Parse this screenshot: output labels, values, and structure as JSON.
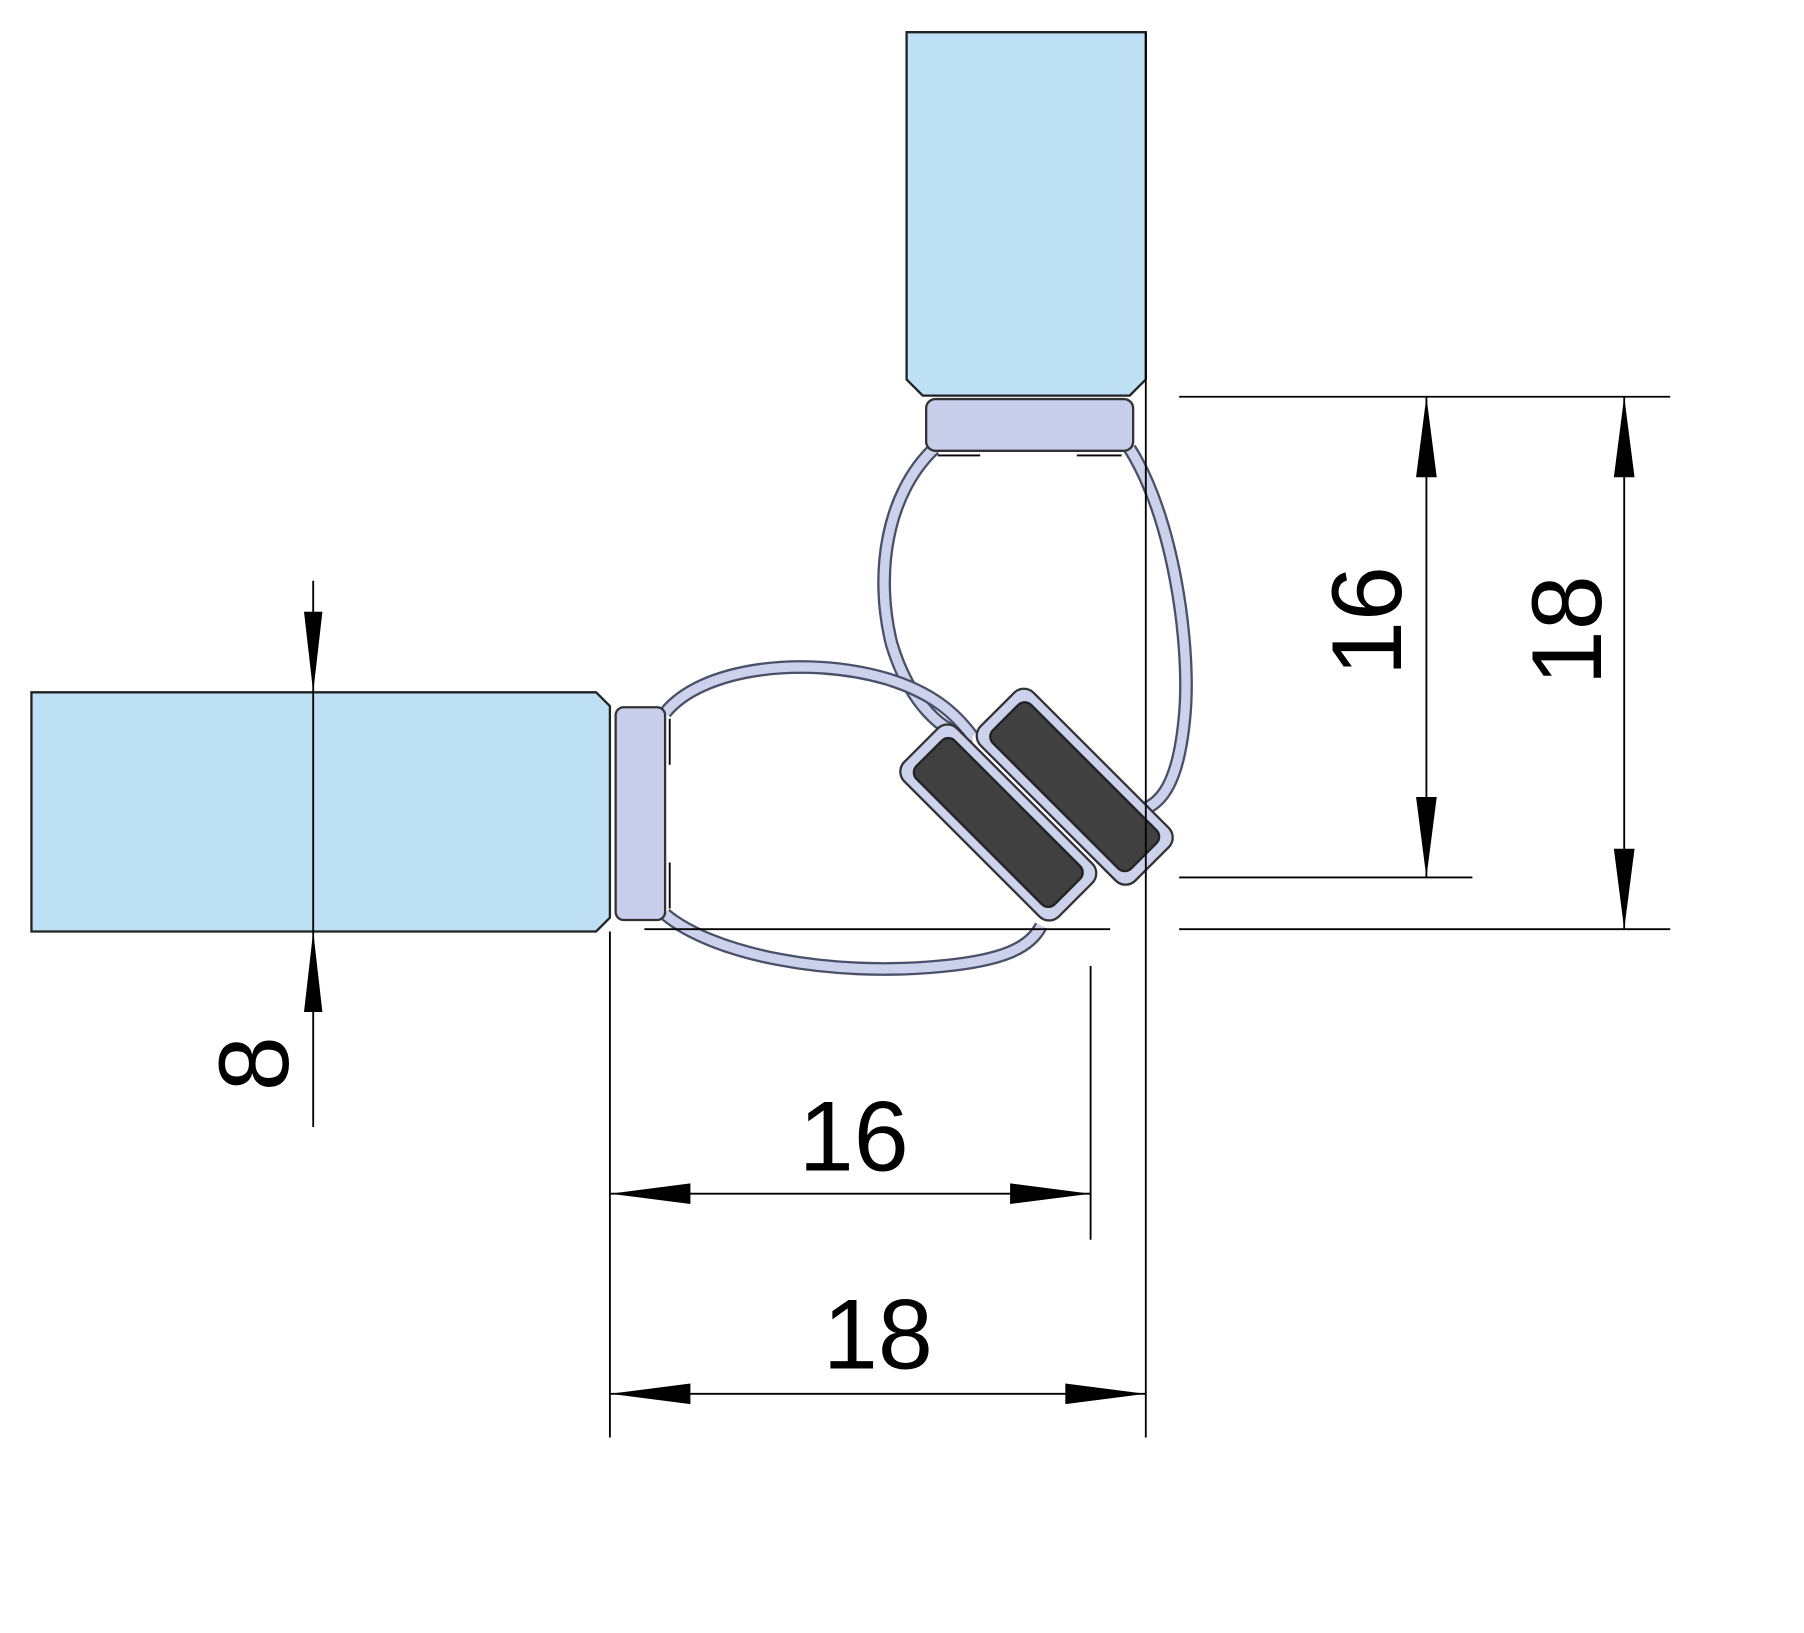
{
  "diagram": {
    "dimensions": {
      "glass_thickness": "8",
      "horizontal_inner": "16",
      "horizontal_outer": "18",
      "vertical_inner": "16",
      "vertical_outer": "18"
    },
    "colors": {
      "glass": "#bde0f5",
      "seal": "#ccd2ec",
      "magnet": "#404040"
    }
  }
}
